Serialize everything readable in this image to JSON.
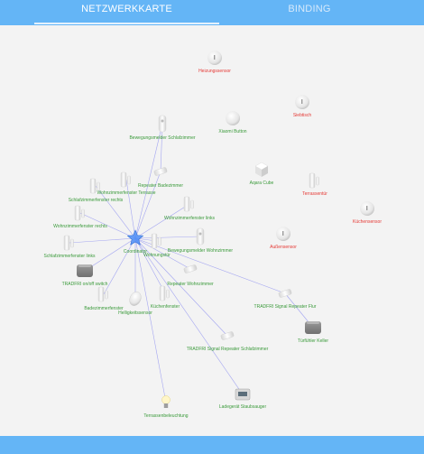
{
  "tabs": [
    {
      "label": "NETZWERKKARTE",
      "active": true
    },
    {
      "label": "BINDING",
      "active": false
    }
  ],
  "colors": {
    "header": "#64b5f6",
    "link": "#8a8cf0",
    "online_label": "#3a9a3a",
    "offline_label": "#e53935",
    "coordinator": "#4f8ff7"
  },
  "coordinator": {
    "label": "Coordinator",
    "icon": "star-icon"
  },
  "devices": [
    {
      "id": "heizung",
      "label": "Heizungssensor",
      "status": "offline",
      "icon": "round-sensor-icon",
      "linked": false
    },
    {
      "id": "siebtisch",
      "label": "Siebtisch",
      "status": "offline",
      "icon": "round-sensor-icon",
      "linked": false
    },
    {
      "id": "xiaomi",
      "label": "Xiaomi Button",
      "status": "online",
      "icon": "round-button-icon",
      "linked": false
    },
    {
      "id": "bwschlaf",
      "label": "Bewegungsmelder Schlafzimmer",
      "status": "online",
      "icon": "motion-sensor-icon",
      "linked": true
    },
    {
      "id": "repbad",
      "label": "Repeater Badezimmer",
      "status": "online",
      "icon": "repeater-icon",
      "linked": true
    },
    {
      "id": "aqara",
      "label": "Aqara Cube",
      "status": "online",
      "icon": "cube-icon",
      "linked": false
    },
    {
      "id": "terrassentuer",
      "label": "Terrassentür",
      "status": "offline",
      "icon": "door-sensor-icon",
      "linked": false
    },
    {
      "id": "kuechensensor",
      "label": "Küchensensor",
      "status": "offline",
      "icon": "round-sensor-icon",
      "linked": false
    },
    {
      "id": "wzterrasse",
      "label": "Wohnzimmerfenster Terrasse",
      "status": "online",
      "icon": "door-sensor-icon",
      "linked": true
    },
    {
      "id": "szrechts",
      "label": "Schlafzimmerfenster rechts",
      "status": "online",
      "icon": "door-sensor-icon",
      "linked": true
    },
    {
      "id": "wzlinks",
      "label": "Wohnzimmerfenster links",
      "status": "online",
      "icon": "door-sensor-icon",
      "linked": true
    },
    {
      "id": "wzrechts",
      "label": "Wohnzimmerfenster rechts",
      "status": "online",
      "icon": "door-sensor-icon",
      "linked": true
    },
    {
      "id": "aussen",
      "label": "Außensensor",
      "status": "offline",
      "icon": "round-sensor-icon",
      "linked": false
    },
    {
      "id": "bwwohn",
      "label": "Bewegungsmelder Wohnzimmer",
      "status": "online",
      "icon": "motion-sensor-icon",
      "linked": true
    },
    {
      "id": "wohnungstuer",
      "label": "Wohnungstür",
      "status": "online",
      "icon": "door-sensor-icon",
      "linked": true
    },
    {
      "id": "szlinks",
      "label": "Schlafzimmerfenster links",
      "status": "online",
      "icon": "door-sensor-icon",
      "linked": true
    },
    {
      "id": "tradfrionoff",
      "label": "TRADFRI on/off switch",
      "status": "online",
      "icon": "switch-icon",
      "linked": true
    },
    {
      "id": "repwohn",
      "label": "Repeater Wohnzimmer",
      "status": "online",
      "icon": "repeater-icon",
      "linked": true
    },
    {
      "id": "tradfriflur",
      "label": "TRADFRI Signal Repeater Flur",
      "status": "online",
      "icon": "repeater-icon",
      "linked": true
    },
    {
      "id": "badfenster",
      "label": "Badezimmerfenster",
      "status": "online",
      "icon": "door-sensor-icon",
      "linked": true
    },
    {
      "id": "hellig",
      "label": "Helligkeitssensor",
      "status": "online",
      "icon": "light-sensor-icon",
      "linked": true
    },
    {
      "id": "kuechenfenster",
      "label": "Küchenfenster",
      "status": "online",
      "icon": "door-sensor-icon",
      "linked": true
    },
    {
      "id": "tuerfuehler",
      "label": "Türfühler Keller",
      "status": "online",
      "icon": "switch-icon",
      "linked": true
    },
    {
      "id": "tradfrischlaf",
      "label": "TRADFRI Signal Repeater Schlafzimmer",
      "status": "online",
      "icon": "repeater-icon",
      "linked": true
    },
    {
      "id": "terrassenbel",
      "label": "Terrassenbeleuchtung",
      "status": "online",
      "icon": "bulb-icon",
      "linked": true
    },
    {
      "id": "ladegeraet",
      "label": "Ladegerät Staubsauger",
      "status": "online",
      "icon": "plug-icon",
      "linked": true
    }
  ],
  "links": [
    [
      "coordinator",
      "bwschlaf"
    ],
    [
      "coordinator",
      "repbad"
    ],
    [
      "coordinator",
      "wzterrasse"
    ],
    [
      "coordinator",
      "szrechts"
    ],
    [
      "coordinator",
      "wzlinks"
    ],
    [
      "coordinator",
      "wzrechts"
    ],
    [
      "coordinator",
      "bwwohn"
    ],
    [
      "coordinator",
      "wohnungstuer"
    ],
    [
      "coordinator",
      "szlinks"
    ],
    [
      "coordinator",
      "tradfrionoff"
    ],
    [
      "coordinator",
      "repwohn"
    ],
    [
      "coordinator",
      "tradfriflur"
    ],
    [
      "coordinator",
      "badfenster"
    ],
    [
      "coordinator",
      "hellig"
    ],
    [
      "coordinator",
      "kuechenfenster"
    ],
    [
      "coordinator",
      "tradfrischlaf"
    ],
    [
      "coordinator",
      "terrassenbel"
    ],
    [
      "coordinator",
      "ladegeraet"
    ],
    [
      "tradfriflur",
      "tuerfuehler"
    ],
    [
      "bwschlaf",
      "repbad"
    ]
  ]
}
